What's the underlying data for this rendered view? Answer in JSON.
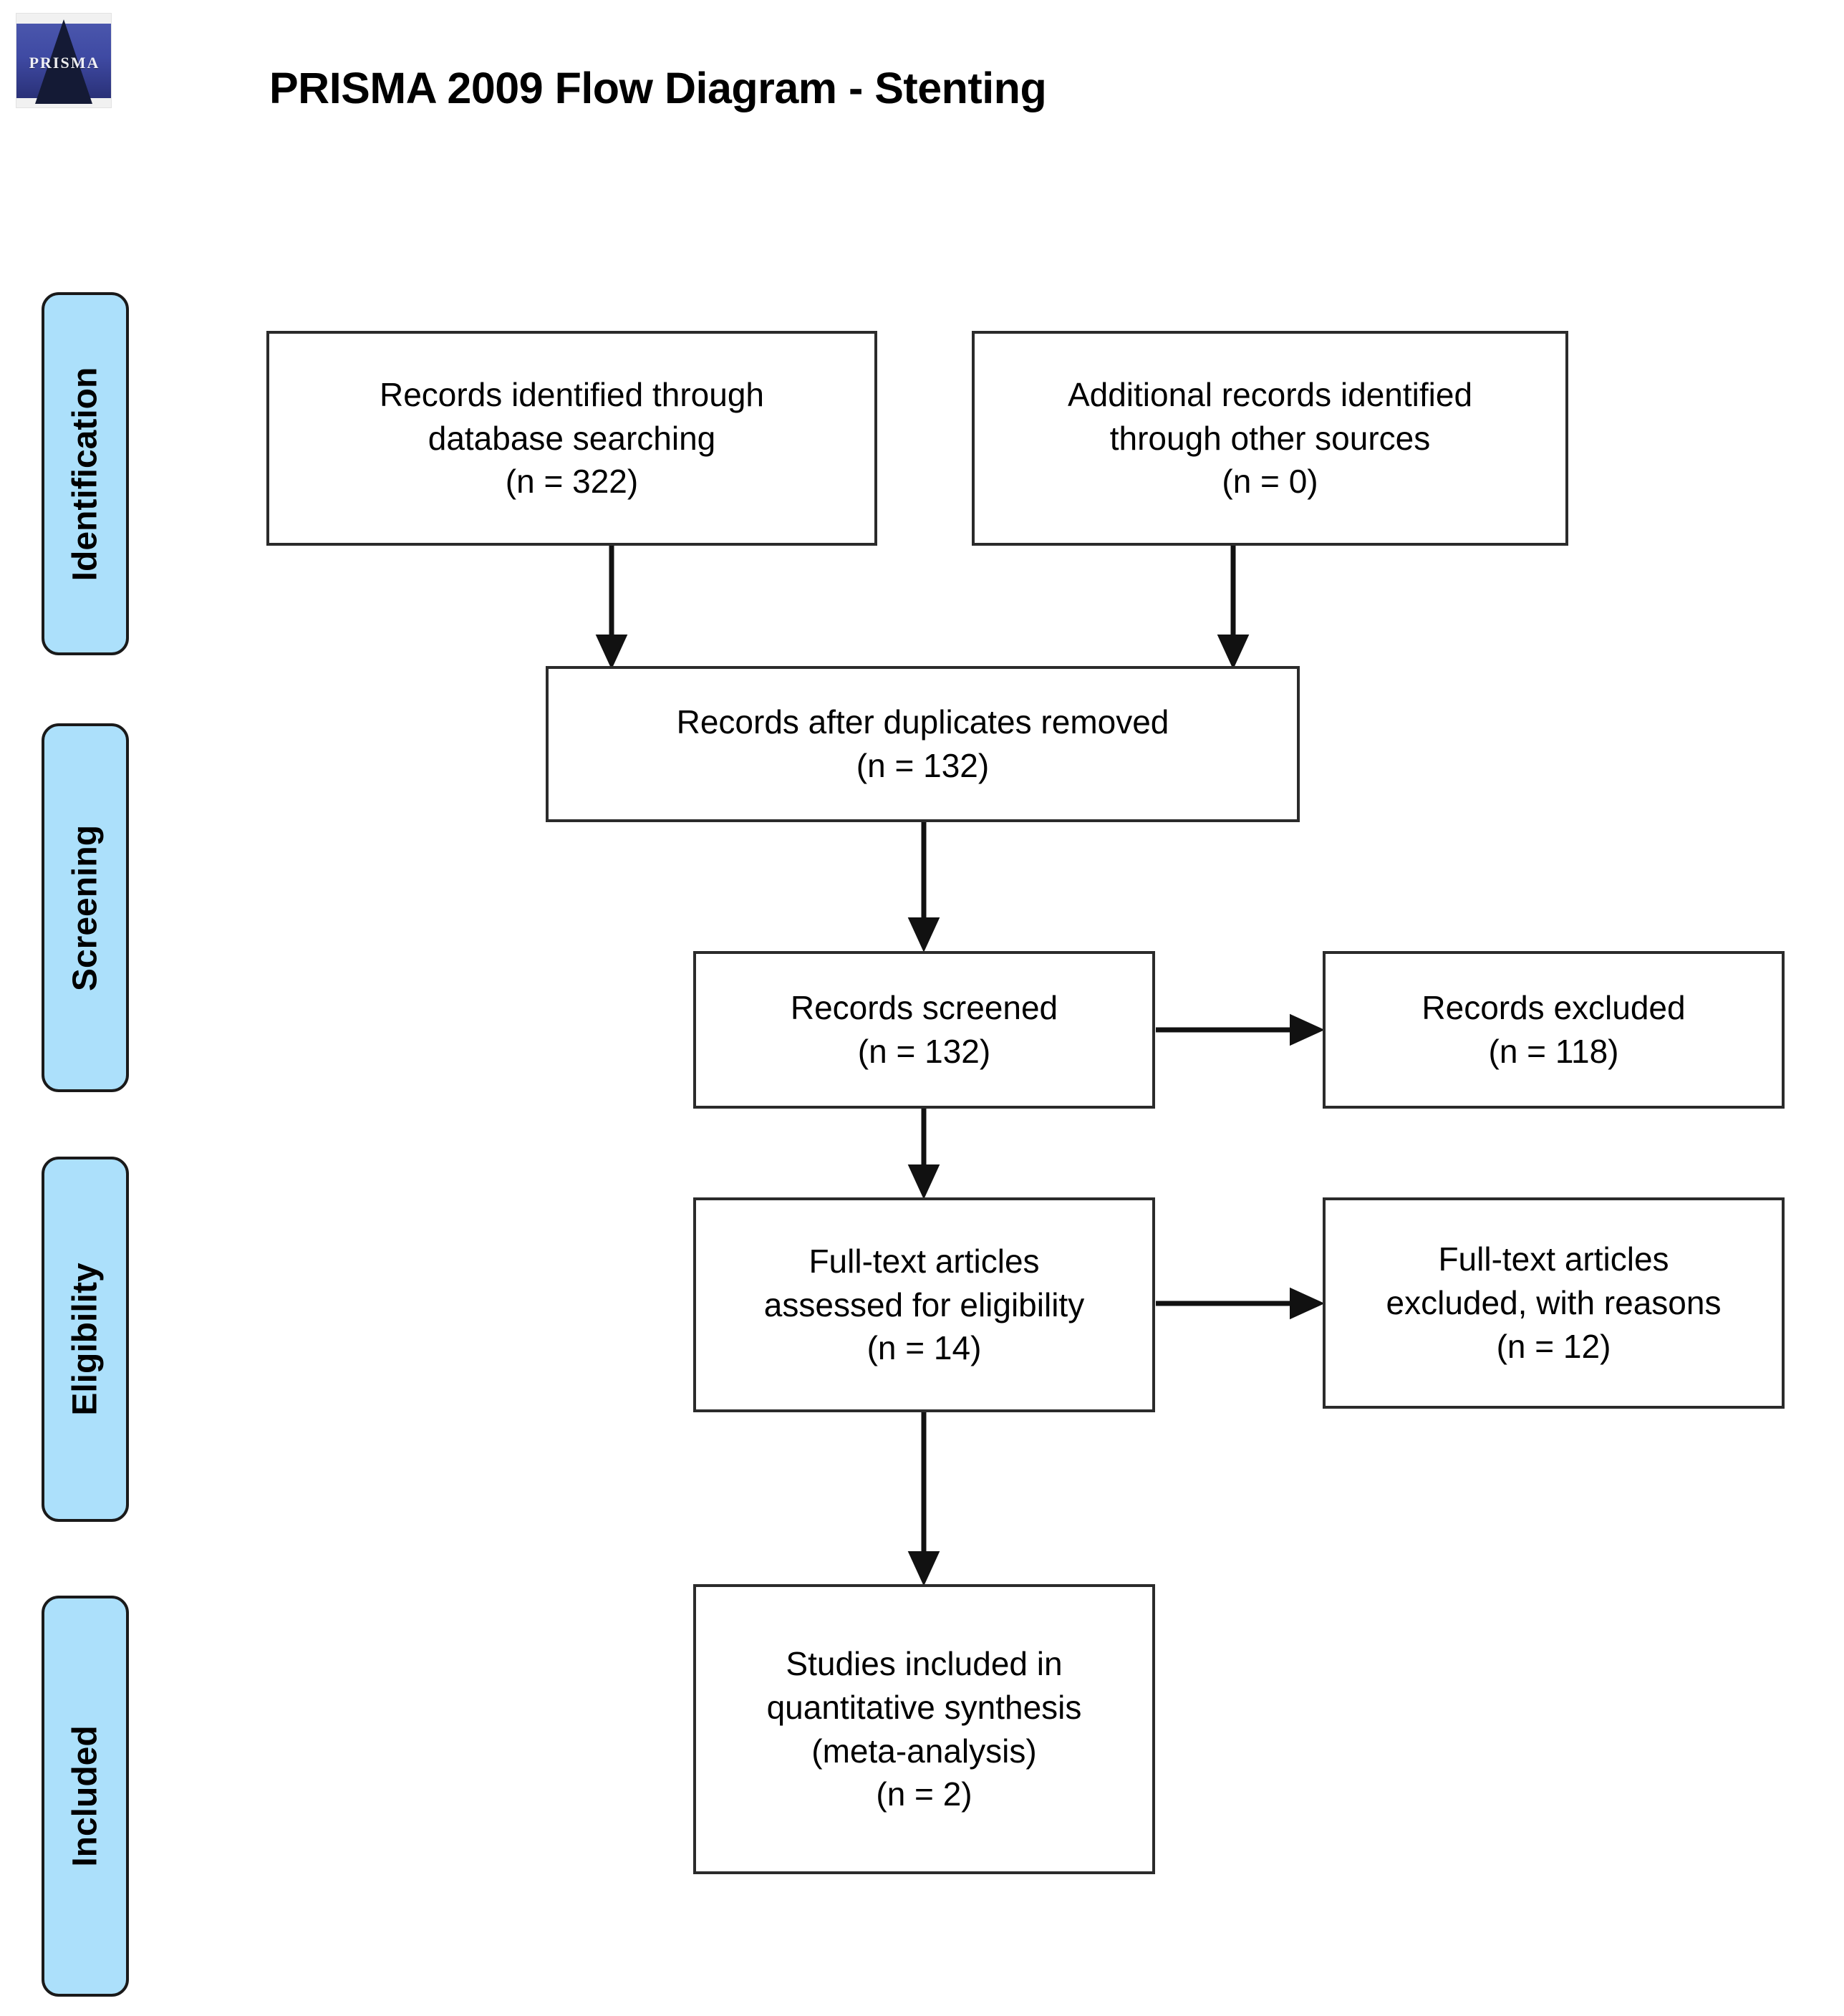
{
  "header": {
    "title": "PRISMA 2009 Flow Diagram - Stenting",
    "logo_word": "PRISMA"
  },
  "stages": [
    {
      "label": "Identification"
    },
    {
      "label": "Screening"
    },
    {
      "label": "Eligibility"
    },
    {
      "label": "Included"
    }
  ],
  "boxes": {
    "db_search": {
      "lines": [
        "Records identified through",
        "database searching",
        "(n = 322)"
      ],
      "n": 322
    },
    "other_sources": {
      "lines": [
        "Additional records identified",
        "through other sources",
        "(n = 0)"
      ],
      "n": 0
    },
    "after_duplicates": {
      "lines": [
        "Records after duplicates removed",
        "(n = 132)"
      ],
      "n": 132
    },
    "screened": {
      "lines": [
        "Records screened",
        "(n = 132)"
      ],
      "n": 132
    },
    "records_excluded": {
      "lines": [
        "Records excluded",
        "(n = 118)"
      ],
      "n": 118
    },
    "fulltext_assessed": {
      "lines": [
        "Full-text articles",
        "assessed for eligibility",
        "(n = 14)"
      ],
      "n": 14
    },
    "fulltext_excluded": {
      "lines": [
        "Full-text articles",
        "excluded, with reasons",
        "(n = 12)"
      ],
      "n": 12
    },
    "included_studies": {
      "lines": [
        "Studies included in",
        "quantitative synthesis",
        "(meta-analysis)",
        "(n = 2)"
      ],
      "n": 2
    }
  },
  "colors": {
    "stage_fill": "#ACE0FB",
    "stage_border": "#1A1A1A",
    "box_border": "#2B2B2B",
    "text": "#000000",
    "background": "#FFFFFF"
  },
  "chart_data": {
    "type": "diagram",
    "title": "PRISMA 2009 Flow Diagram - Stenting",
    "nodes": [
      {
        "id": "db_search",
        "stage": "Identification",
        "label": "Records identified through database searching",
        "n": 322
      },
      {
        "id": "other_sources",
        "stage": "Identification",
        "label": "Additional records identified through other sources",
        "n": 0
      },
      {
        "id": "after_duplicates",
        "stage": "Screening",
        "label": "Records after duplicates removed",
        "n": 132
      },
      {
        "id": "screened",
        "stage": "Screening",
        "label": "Records screened",
        "n": 132
      },
      {
        "id": "records_excluded",
        "stage": "Screening",
        "label": "Records excluded",
        "n": 118
      },
      {
        "id": "fulltext_assessed",
        "stage": "Eligibility",
        "label": "Full-text articles assessed for eligibility",
        "n": 14
      },
      {
        "id": "fulltext_excluded",
        "stage": "Eligibility",
        "label": "Full-text articles excluded, with reasons",
        "n": 12
      },
      {
        "id": "included_studies",
        "stage": "Included",
        "label": "Studies included in quantitative synthesis (meta-analysis)",
        "n": 2
      }
    ],
    "edges": [
      {
        "from": "db_search",
        "to": "after_duplicates"
      },
      {
        "from": "other_sources",
        "to": "after_duplicates"
      },
      {
        "from": "after_duplicates",
        "to": "screened"
      },
      {
        "from": "screened",
        "to": "records_excluded"
      },
      {
        "from": "screened",
        "to": "fulltext_assessed"
      },
      {
        "from": "fulltext_assessed",
        "to": "fulltext_excluded"
      },
      {
        "from": "fulltext_assessed",
        "to": "included_studies"
      }
    ]
  }
}
